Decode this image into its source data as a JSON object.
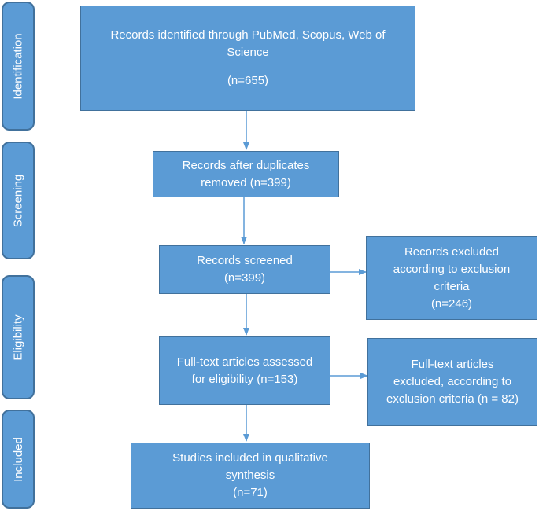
{
  "phases": {
    "identification": "Identification",
    "screening": "Screening",
    "eligibility": "Eligibility",
    "included": "Included"
  },
  "boxes": {
    "identified": {
      "line1": "Records identified through PubMed, Scopus, Web of",
      "line2": "Science",
      "line3": "(n=655)"
    },
    "duplicates_removed": {
      "line1": "Records after duplicates",
      "line2": "removed (n=399)"
    },
    "screened": {
      "line1": "Records screened",
      "line2": "(n=399)"
    },
    "excluded_screening": {
      "line1": "Records excluded",
      "line2": "according to exclusion",
      "line3": "criteria",
      "line4": "(n=246)"
    },
    "fulltext_assessed": {
      "line1": "Full-text articles assessed",
      "line2": "for eligibility (n=153)"
    },
    "fulltext_excluded": {
      "line1": "Full-text articles",
      "line2": "excluded, according to",
      "line3": "exclusion criteria (n = 82)"
    },
    "included": {
      "line1": "Studies included in qualitative",
      "line2": "synthesis",
      "line3": "(n=71)"
    }
  },
  "colors": {
    "box_fill": "#5b9bd5",
    "box_border": "#41719c",
    "text": "#ffffff",
    "arrow": "#5b9bd5"
  }
}
